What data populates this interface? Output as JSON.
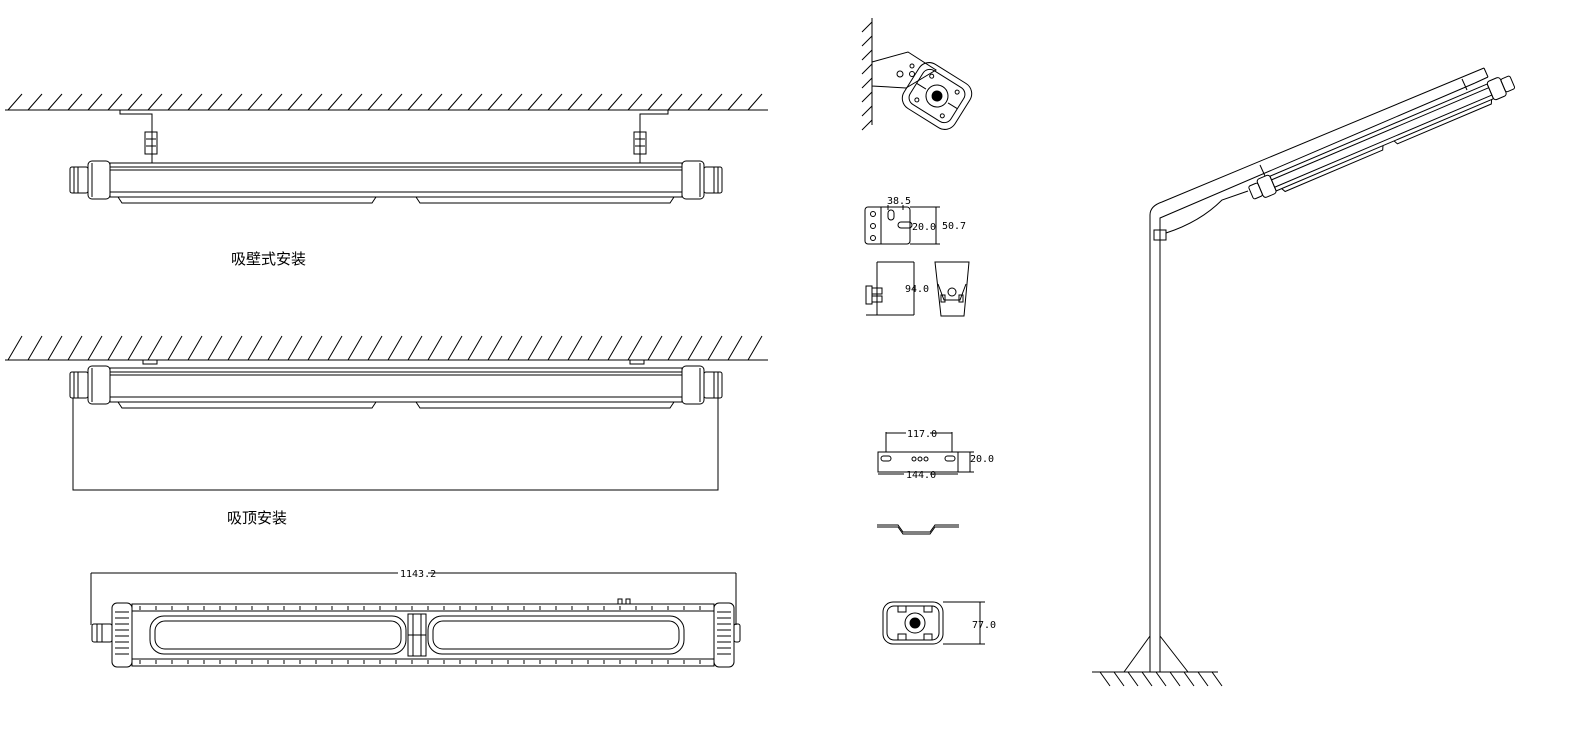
{
  "labels": {
    "wall_mount": "吸壁式安装",
    "ceiling_mount": "吸顶安装"
  },
  "dimensions": {
    "overall_length": "1143.2",
    "bracket_slot_spacing": "38.5",
    "bracket_slot_depth": "20.0",
    "bracket_height": "50.7",
    "bracket_depth": "94.0",
    "clip_inner": "117.0",
    "clip_outer": "144.0",
    "clip_height": "20.0",
    "end_height": "77.0"
  },
  "colors": {
    "line": "#000000",
    "background": "#ffffff"
  }
}
